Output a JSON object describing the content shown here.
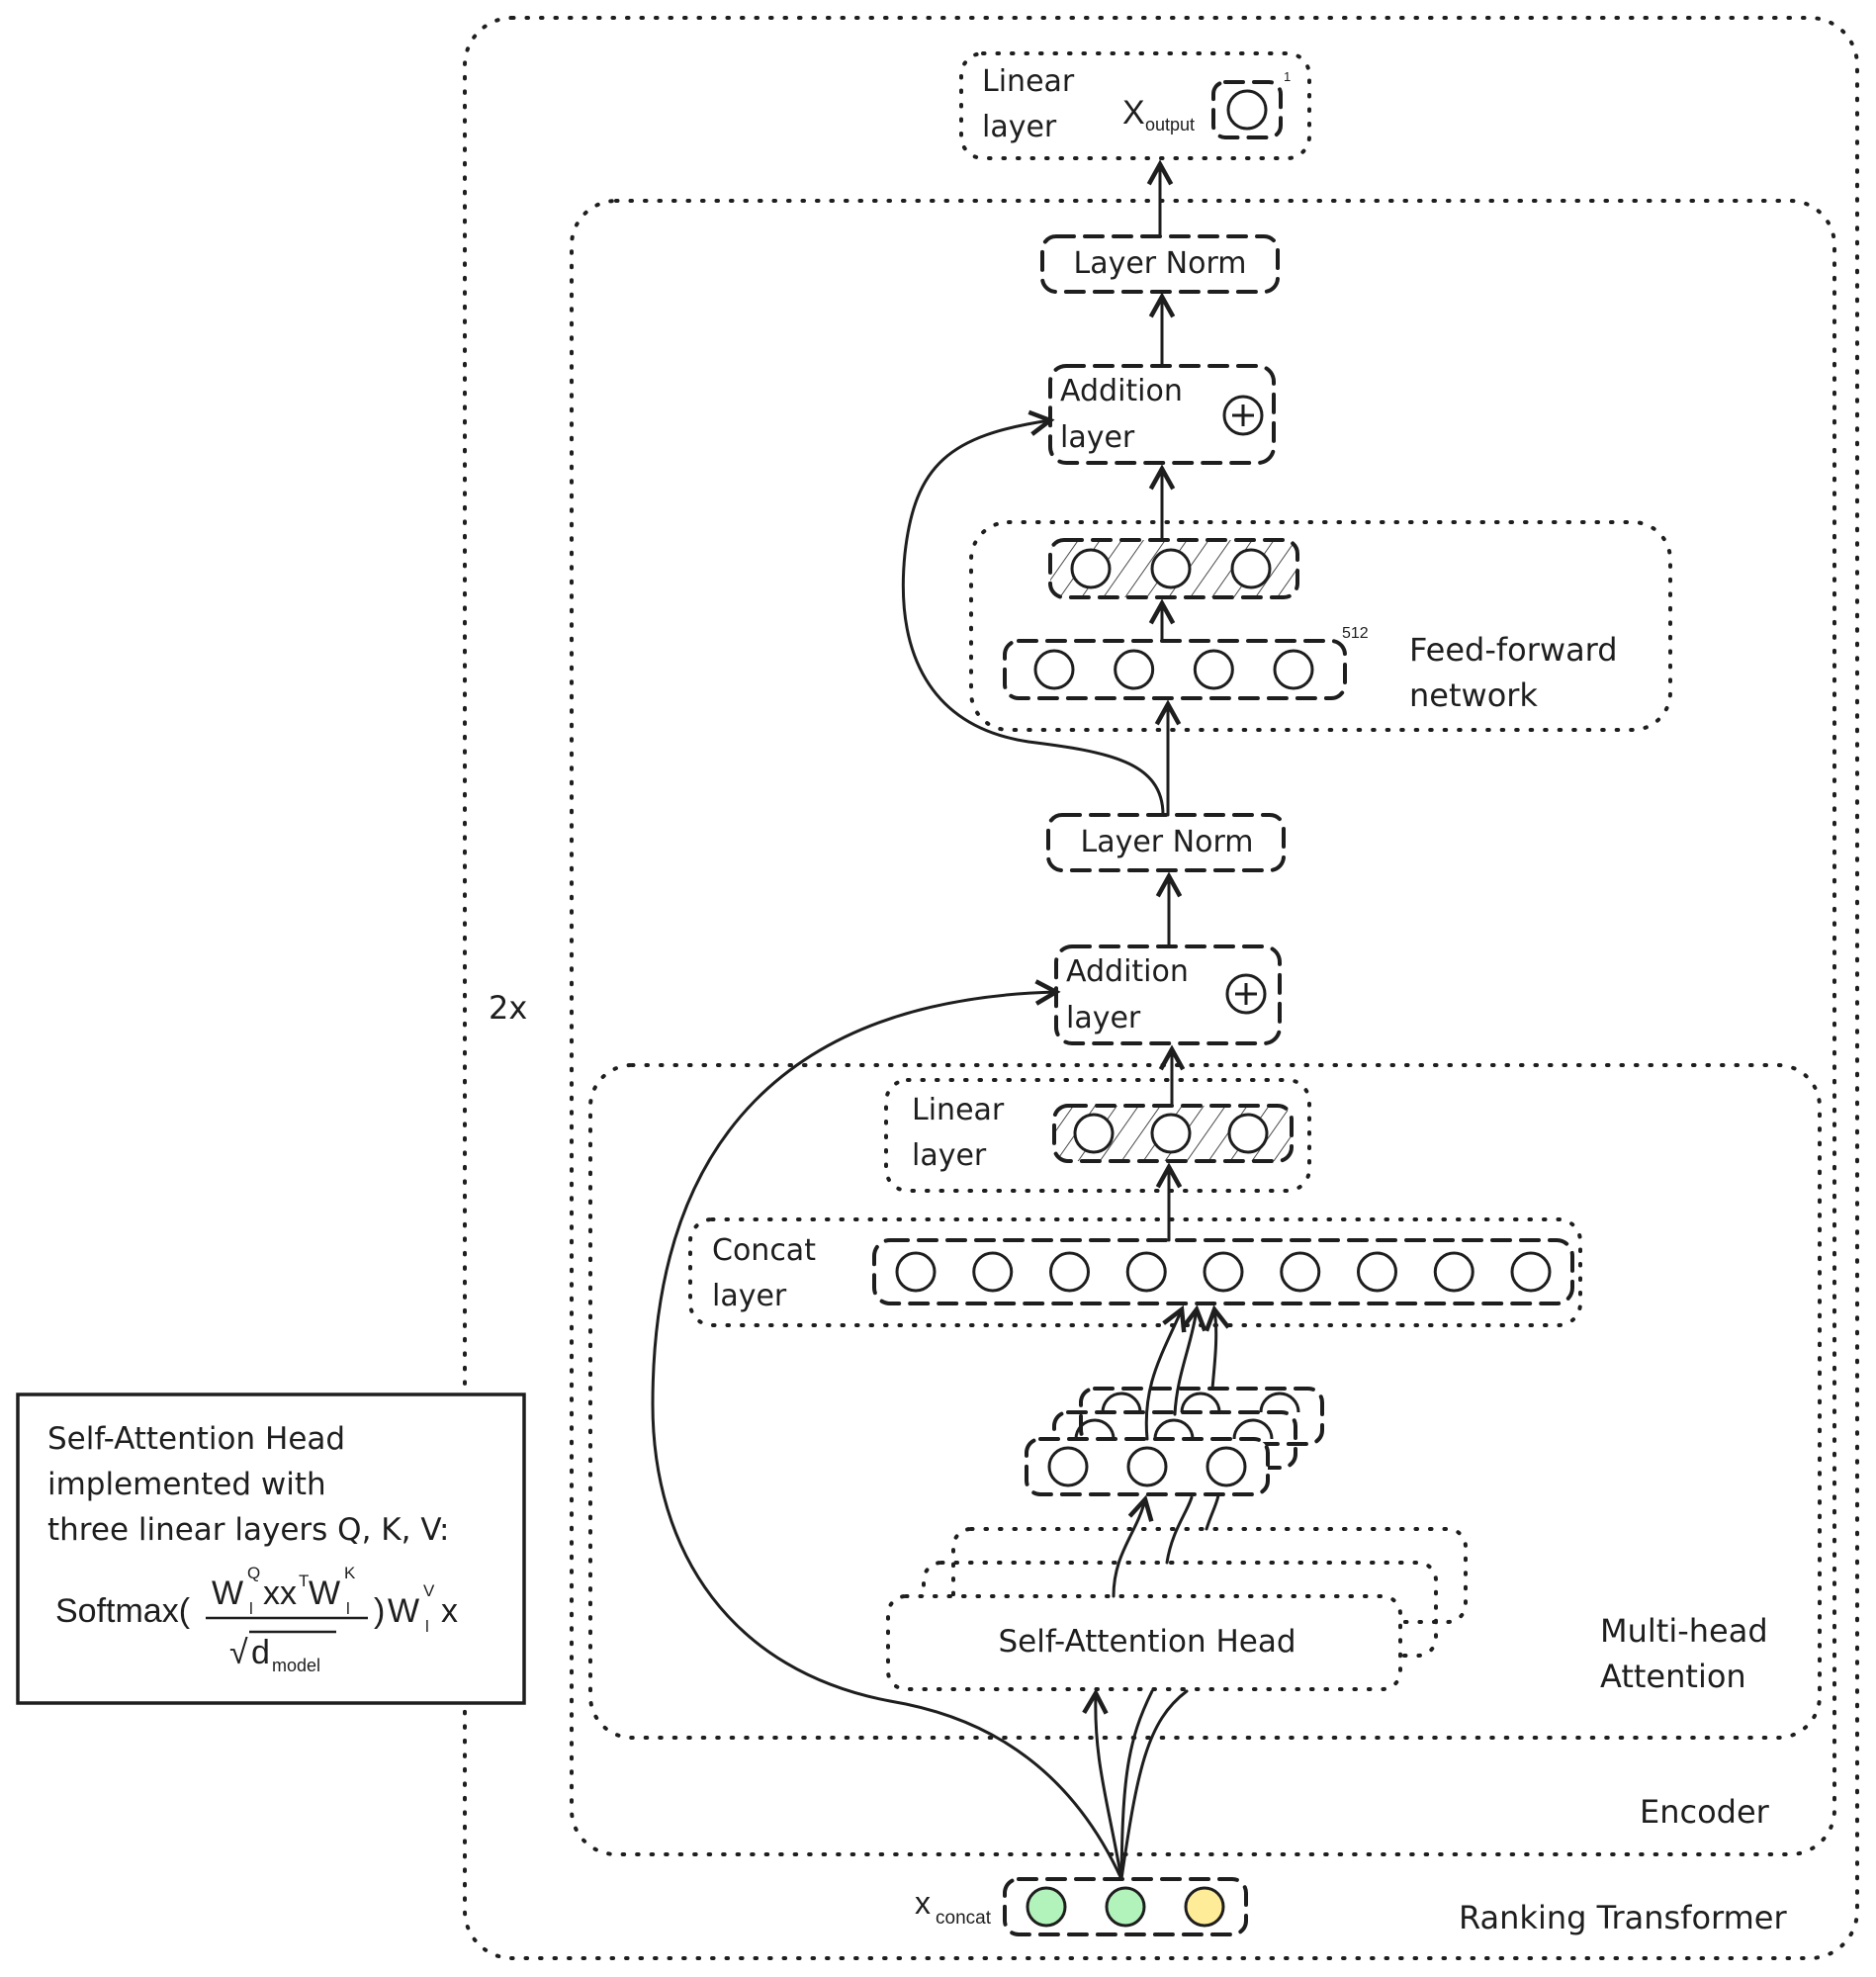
{
  "diagram": {
    "title": "Ranking Transformer",
    "repeat_label": "2x",
    "encoder_label": "Encoder",
    "output": {
      "label_line1": "Linear",
      "label_line2": "layer",
      "var_main": "X",
      "var_sub": "output",
      "size": "1",
      "neurons": 1
    },
    "layer_norm_top": {
      "label": "Layer Norm"
    },
    "addition_top": {
      "label_line1": "Addition",
      "label_line2": "layer",
      "symbol": "⊕"
    },
    "ffn": {
      "label_line1": "Feed-forward",
      "label_line2": "network",
      "hidden_size": "512",
      "hidden_neurons": 4,
      "output_neurons": 3
    },
    "layer_norm_mid": {
      "label": "Layer Norm"
    },
    "addition_bottom": {
      "label_line1": "Addition",
      "label_line2": "layer",
      "symbol": "⊕"
    },
    "mha": {
      "label_line1": "Multi-head",
      "label_line2": "Attention",
      "linear_label_line1": "Linear",
      "linear_label_line2": "layer",
      "linear_neurons": 3,
      "concat_label_line1": "Concat",
      "concat_label_line2": "layer",
      "concat_neurons": 9,
      "head_output_neurons": 3,
      "head_stack_count": 3,
      "head_label": "Self-Attention Head"
    },
    "input": {
      "var_main": "x",
      "var_sub": "concat",
      "neurons": [
        {
          "color": "#b2f2bb"
        },
        {
          "color": "#b2f2bb"
        },
        {
          "color": "#ffec99"
        }
      ]
    },
    "note": {
      "line1": "Self-Attention Head",
      "line2": "implemented with",
      "line3": "three linear layers Q, K, V:",
      "formula_prefix": "Softmax(",
      "numerator_W1": "W",
      "numerator_W1_sup": "Q",
      "numerator_W1_sub": "l",
      "numerator_mid": "xx",
      "numerator_T": "T",
      "numerator_W2": "W",
      "numerator_W2_sup": "K",
      "numerator_W2_sub": "l",
      "denominator_root": "√",
      "denominator_d": "d",
      "denominator_sub": "model",
      "formula_close": ")",
      "suffix_W": "W",
      "suffix_sup": "V",
      "suffix_sub": "l",
      "suffix_x": "x"
    }
  }
}
